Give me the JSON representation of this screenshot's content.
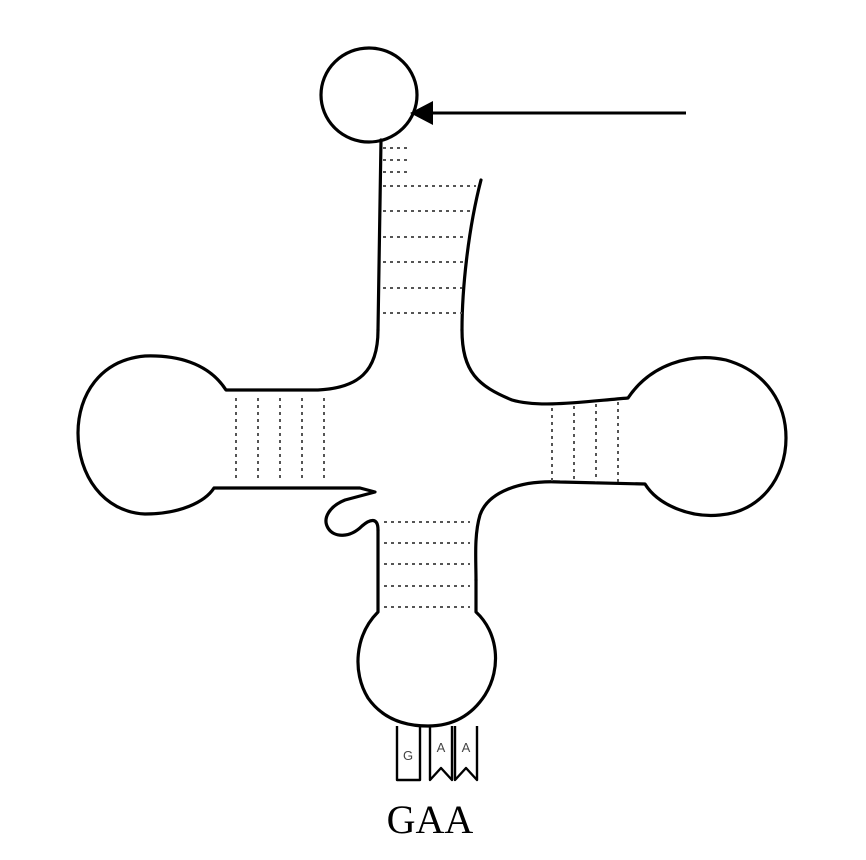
{
  "diagram": {
    "anticodon_label": "GAA",
    "anticodon_bases": [
      "G",
      "A",
      "A"
    ],
    "colors": {
      "stroke": "#000000",
      "bonds": "#555555",
      "background": "#ffffff"
    }
  }
}
